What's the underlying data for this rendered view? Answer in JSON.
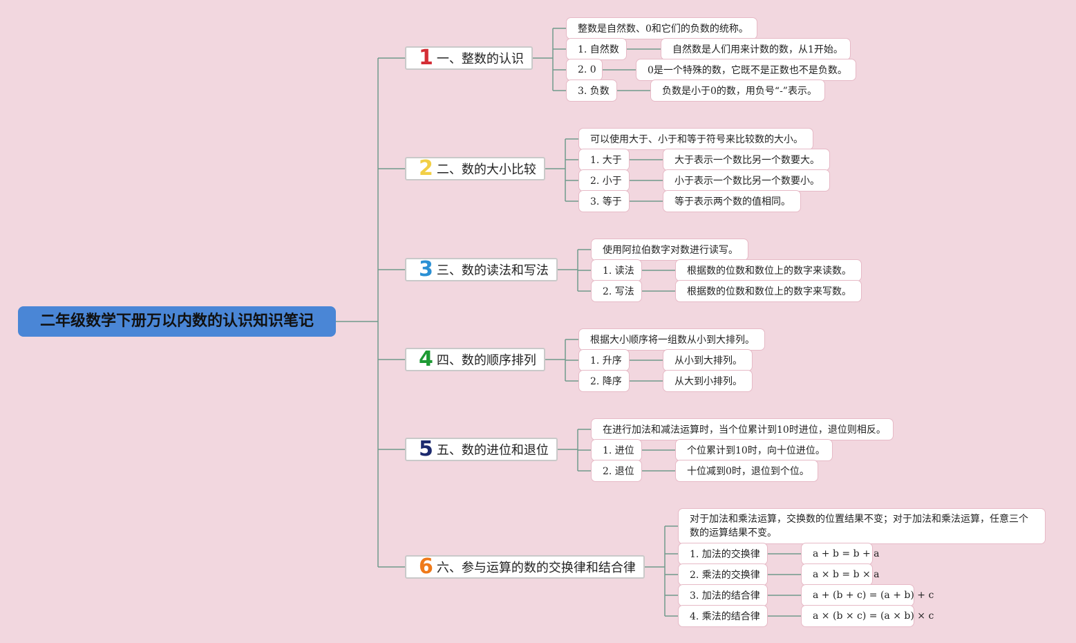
{
  "root": {
    "title": "二年级数学下册万以内数的认识知识笔记",
    "color": "#4a86d6"
  },
  "topics": [
    {
      "num": "1",
      "num_color": "#d42e36",
      "title": "一、整数的认识",
      "intro": "整数是自然数、0和它们的负数的统称。",
      "items": [
        {
          "label": "1. 自然数",
          "desc": "自然数是人们用来计数的数，从1开始。"
        },
        {
          "label": "2. 0",
          "desc": "0是一个特殊的数，它既不是正数也不是负数。"
        },
        {
          "label": "3. 负数",
          "desc": "负数是小于0的数，用负号“-”表示。"
        }
      ]
    },
    {
      "num": "2",
      "num_color": "#f2cf46",
      "title": "二、数的大小比较",
      "intro": "可以使用大于、小于和等于符号来比较数的大小。",
      "items": [
        {
          "label": "1. 大于",
          "desc": "大于表示一个数比另一个数要大。"
        },
        {
          "label": "2. 小于",
          "desc": "小于表示一个数比另一个数要小。"
        },
        {
          "label": "3. 等于",
          "desc": "等于表示两个数的值相同。"
        }
      ]
    },
    {
      "num": "3",
      "num_color": "#2a90d4",
      "title": "三、数的读法和写法",
      "intro": "使用阿拉伯数字对数进行读写。",
      "items": [
        {
          "label": "1. 读法",
          "desc": "根据数的位数和数位上的数字来读数。"
        },
        {
          "label": "2. 写法",
          "desc": "根据数的位数和数位上的数字来写数。"
        }
      ]
    },
    {
      "num": "4",
      "num_color": "#1e9a34",
      "title": "四、数的顺序排列",
      "intro": "根据大小顺序将一组数从小到大排列。",
      "items": [
        {
          "label": "1. 升序",
          "desc": "从小到大排列。"
        },
        {
          "label": "2. 降序",
          "desc": "从大到小排列。"
        }
      ]
    },
    {
      "num": "5",
      "num_color": "#1c2a6e",
      "title": "五、数的进位和退位",
      "intro": "在进行加法和减法运算时，当个位累计到10时进位，退位则相反。",
      "items": [
        {
          "label": "1. 进位",
          "desc": "个位累计到10时，向十位进位。"
        },
        {
          "label": "2. 退位",
          "desc": "十位减到0时，退位到个位。"
        }
      ]
    },
    {
      "num": "6",
      "num_color": "#ef7a1a",
      "title": "六、参与运算的数的交换律和结合律",
      "intro": "对于加法和乘法运算，交换数的位置结果不变；对于加法和乘法运算，任意三个数的运算结果不变。",
      "items": [
        {
          "label": "1. 加法的交换律",
          "desc": "a + b = b + a"
        },
        {
          "label": "2. 乘法的交换律",
          "desc": "a × b = b × a"
        },
        {
          "label": "3. 加法的结合律",
          "desc": "a + (b + c) = (a + b) + c"
        },
        {
          "label": "4. 乘法的结合律",
          "desc": "a × (b × c) = (a × b) × c"
        }
      ]
    }
  ],
  "line_color": "#6f9a8c"
}
